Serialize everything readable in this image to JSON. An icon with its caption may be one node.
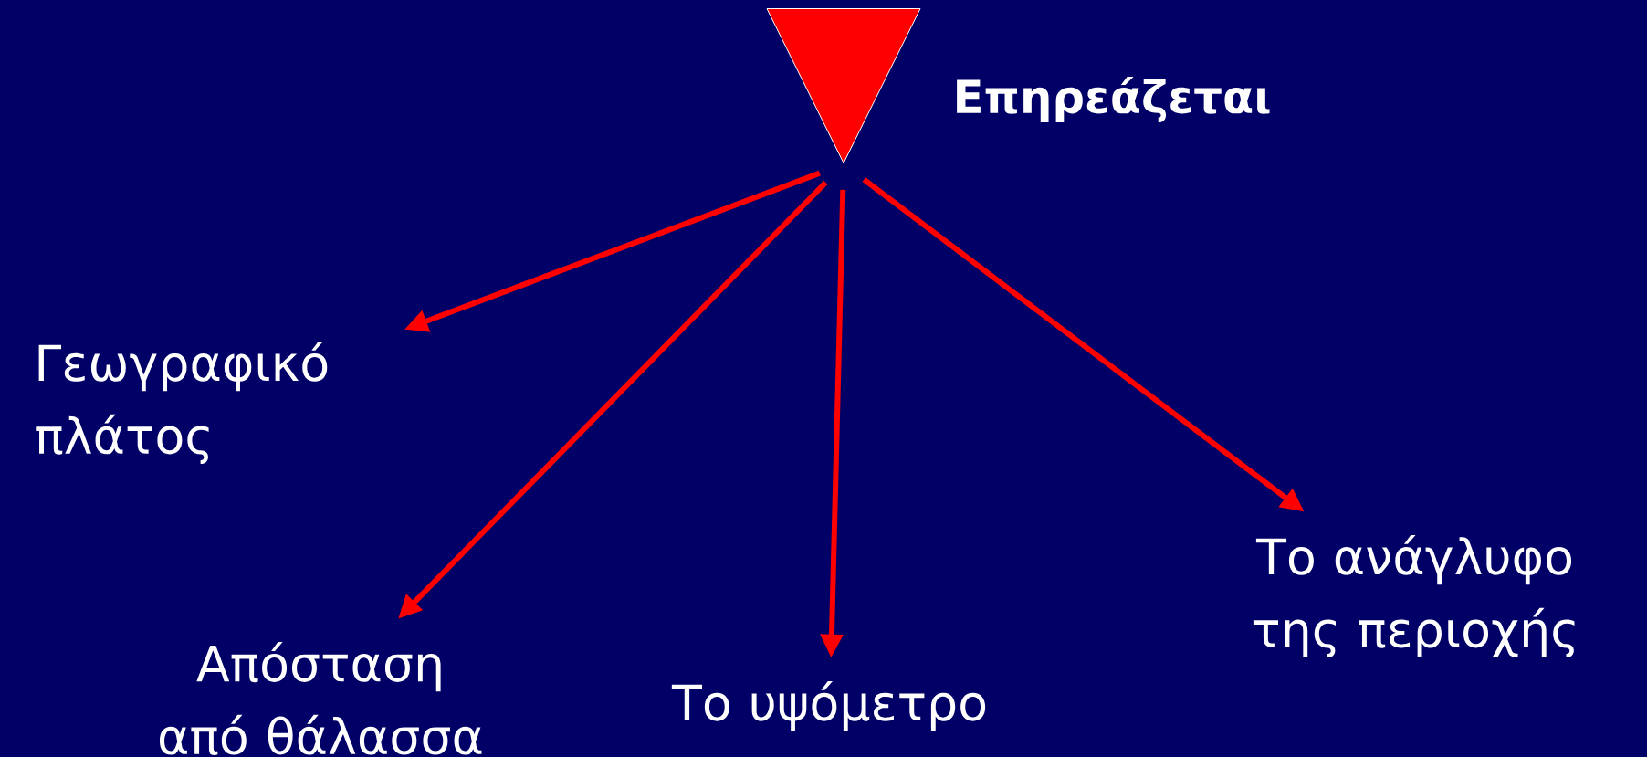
{
  "diagram": {
    "nodes": [
      {
        "text": [],
        "shape": "triangle",
        "beside": [
          "Επηρεάζεται"
        ]
      },
      {
        "text": [
          "Γεωγραφικό πλάτος"
        ]
      },
      {
        "text": [
          "Απόσταση από θάλασσα"
        ]
      },
      {
        "text": [
          "Το υψόμετρο"
        ]
      },
      {
        "text": [
          "Το ανάγλυφο της περιοχής"
        ]
      }
    ],
    "edges": [
      {
        "from": 0,
        "to": 1,
        "arrow": "to"
      },
      {
        "from": 0,
        "to": 2,
        "arrow": "to"
      },
      {
        "from": 0,
        "to": 3,
        "arrow": "to"
      },
      {
        "from": 0,
        "to": 4,
        "arrow": "to"
      }
    ]
  }
}
